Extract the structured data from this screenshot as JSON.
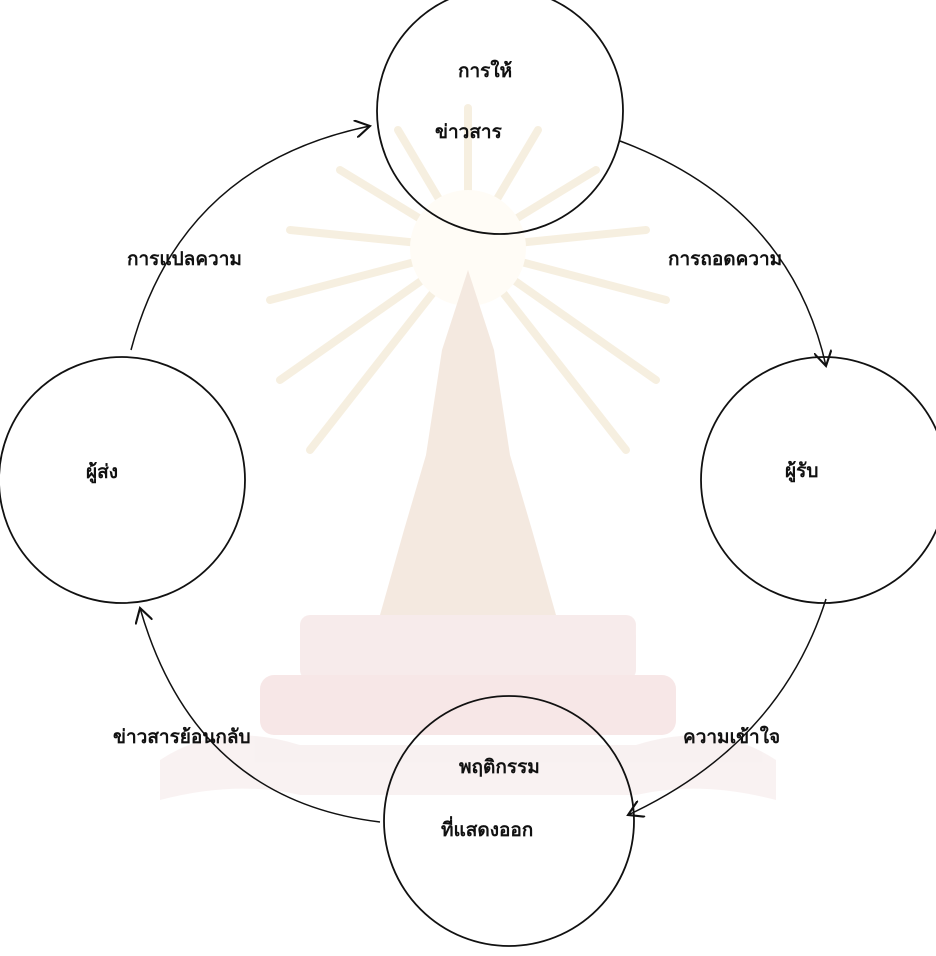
{
  "diagram": {
    "nodes": [
      {
        "id": "message",
        "lines": [
          "การให้",
          "ข่าวสาร"
        ]
      },
      {
        "id": "receiver",
        "lines": [
          "ผู้รับ"
        ]
      },
      {
        "id": "behavior",
        "lines": [
          "พฤติกรรม",
          "ที่แสดงออก"
        ]
      },
      {
        "id": "sender",
        "lines": [
          "ผู้ส่ง"
        ]
      }
    ],
    "edge_labels": {
      "decoding": "การถอดความ",
      "understanding": "ความเข้าใจ",
      "feedback": "ข่าวสารย้อนกลับ",
      "interpretation": "การแปลความ"
    },
    "colors": {
      "stroke": "#111111",
      "background": "#ffffff",
      "watermark": "#f0e3c8",
      "watermark_base": "#f2dcdc"
    },
    "watermark_icon": "university-emblem-icon"
  }
}
